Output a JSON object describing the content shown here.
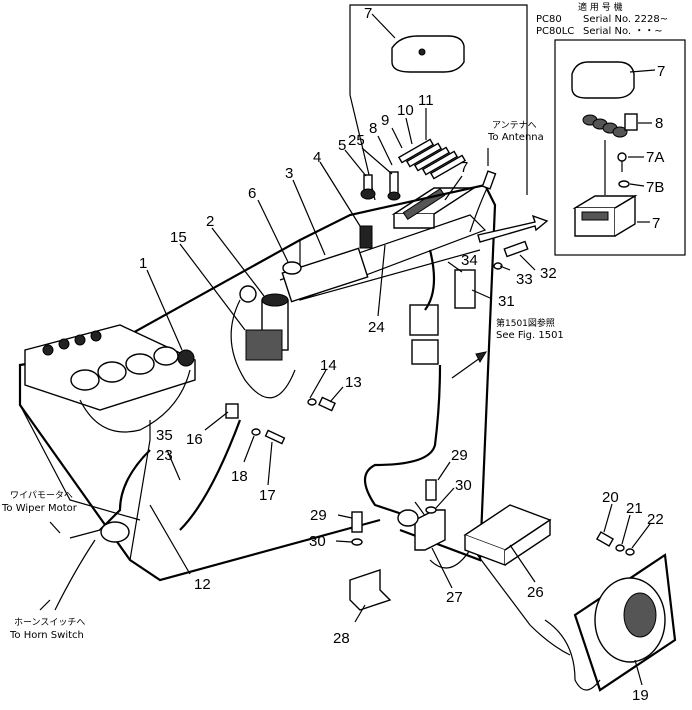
{
  "serial_box": {
    "heading": "適 用 号 機",
    "rows": [
      {
        "model": "PC80",
        "serial": "Serial No. 2228~"
      },
      {
        "model": "PC80LC",
        "serial": "Serial No. ・・~"
      }
    ]
  },
  "notes": {
    "antenna_jp": "アンテナへ",
    "antenna_en": "To Antenna",
    "fig_jp": "第1501図参照",
    "fig_en": "See Fig. 1501",
    "wiper_jp": "ワイパモータへ",
    "wiper_en": "To Wiper Motor",
    "horn_jp": "ホーンスイッチへ",
    "horn_en": "To Horn Switch"
  },
  "callouts": {
    "c1": "1",
    "c2": "2",
    "c3": "3",
    "c4": "4",
    "c5": "5",
    "c6": "6",
    "c7_top": "7",
    "c7_inset_a": "7",
    "c7A": "7A",
    "c7B": "7B",
    "c7_inset_b": "7",
    "c7_main": "7",
    "c8_inset": "8",
    "c8_main": "8",
    "c9": "9",
    "c10": "10",
    "c11": "11",
    "c12": "12",
    "c13": "13",
    "c14": "14",
    "c15": "15",
    "c16": "16",
    "c17": "17",
    "c18": "18",
    "c19": "19",
    "c20": "20",
    "c21": "21",
    "c22": "22",
    "c23": "23",
    "c24": "24",
    "c25": "25",
    "c26": "26",
    "c27": "27",
    "c28": "28",
    "c29a": "29",
    "c29b": "29",
    "c30a": "30",
    "c30b": "30",
    "c31": "31",
    "c32": "32",
    "c33": "33",
    "c34": "34",
    "c35": "35"
  }
}
